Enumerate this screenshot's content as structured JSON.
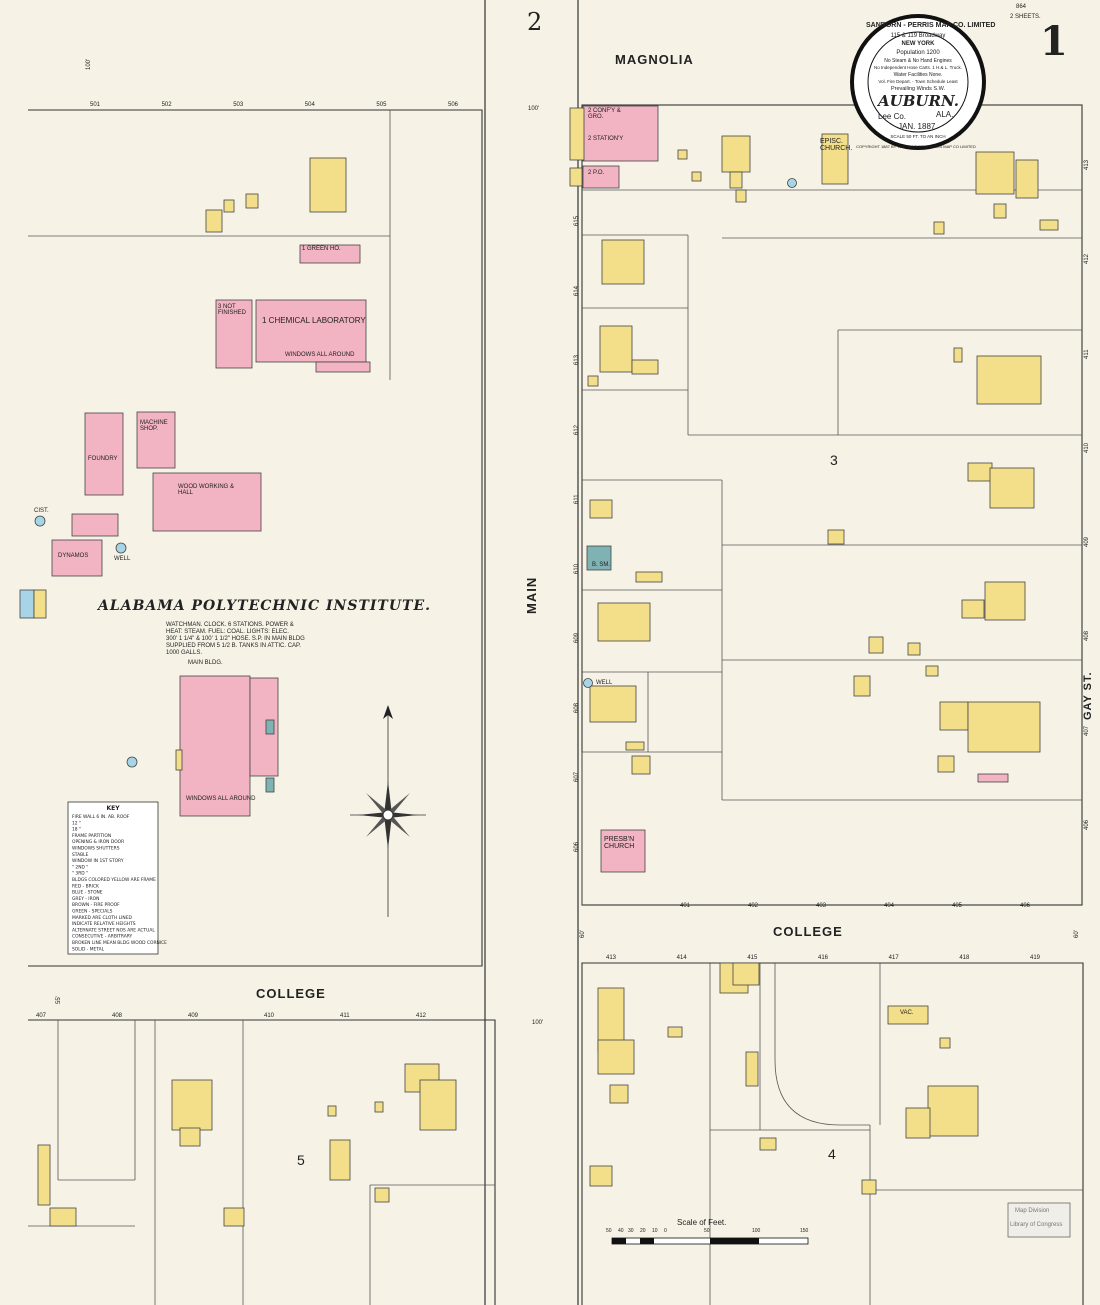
{
  "header": {
    "sheet_number": "1",
    "adjacent_sheet": "2",
    "corner_note_line1": "864",
    "corner_note_line2": "2 SHEETS."
  },
  "title_seal": {
    "publisher": "SANBORN - PERRIS MAP CO. LIMITED",
    "address": "115 & 119 Broadway",
    "city": "NEW YORK",
    "population": "Population 1200",
    "engines": "No Steam & No Hand Engines",
    "hose": "No Independent Hose Carts. 1 H.& L. Truck.",
    "water": "Water Facilities  None.",
    "fire_dept": "Vol. Fire Depart. - Town Schedule Least",
    "winds": "Prevailing Winds S.W.",
    "town": "AUBURN.",
    "county": "Lee Co.",
    "state": "ALA.",
    "date": "JAN. 1887.",
    "scale": "SCALE 50 FT. TO AN INCH",
    "copyright": "COPYRIGHT 1887 BY THE SANBORN PERRIS MAP CO LIMITED"
  },
  "streets": {
    "north": "MAGNOLIA",
    "west_avenue": "MAIN",
    "south_left": "COLLEGE",
    "south_right": "COLLEGE",
    "east": "GAY ST."
  },
  "blocks": {
    "block3": "3",
    "block4": "4",
    "block5": "5"
  },
  "institute": {
    "name": "ALABAMA POLYTECHNIC INSTITUTE.",
    "note_line1": "WATCHMAN. CLOCK. 6 STATIONS. POWER &",
    "note_line2": "HEAT: STEAM. FUEL: COAL. LIGHTS: ELEC.",
    "note_line3": "300' 1 1/4\" & 100' 1 1/2\" HOSE. S.P. IN MAIN BLDG",
    "note_line4": "SUPPLIED FROM 5 1/2 B. TANKS IN ATTIC. CAP.",
    "note_line5": "1000 GALLS.",
    "chem_lab": "1 CHEMICAL LABORATORY",
    "chem_windows": "WINDOWS ALL AROUND",
    "not_finished": "3 NOT FINISHED",
    "machine_shop": "MACHINE SHOP.",
    "foundry": "FOUNDRY",
    "woodworking": "WOOD WORKING & HALL",
    "dynamos": "DYNAMOS",
    "main_bldg": "MAIN BLDG.",
    "main_windows": "WINDOWS ALL AROUND",
    "green_ho": "1 GREEN HO.",
    "cist": "CIST.",
    "well": "WELL"
  },
  "labels": {
    "confy_gro": "2 CONF'Y & GRO.",
    "stationy": "2 STATION'Y",
    "po": "2 P.O.",
    "episc_church": "EPISC. CHURCH.",
    "presbn_church": "PRESB'N CHURCH",
    "vac": "VAC.",
    "well_main": "WELL",
    "b_sm": "B. SM."
  },
  "lot_numbers": {
    "top_left": [
      "501",
      "502",
      "503",
      "504",
      "505",
      "506"
    ],
    "bottom_left": [
      "407",
      "408",
      "409",
      "410",
      "411",
      "412"
    ],
    "block3_bottom": [
      "401",
      "402",
      "403",
      "404",
      "405",
      "406"
    ],
    "block4_top": [
      "413",
      "414",
      "415",
      "416",
      "417",
      "418",
      "419"
    ],
    "main_west": [
      "615",
      "614",
      "613",
      "612",
      "611",
      "610",
      "609",
      "608",
      "607",
      "606"
    ],
    "gay_east": [
      "413",
      "412",
      "411",
      "410",
      "409",
      "408",
      "407",
      "406"
    ]
  },
  "widths": {
    "w100_a": "100'",
    "w100_b": "100'",
    "w60_a": "60'",
    "w60_b": "60'",
    "w55": "55'",
    "w100_c": "100'"
  },
  "key": {
    "title": "KEY",
    "rows": [
      "FIRE WALL 6 IN. AB. ROOF",
      "12 \"",
      "18 \"",
      "FRAME PARTITION",
      "OPENING & IRON DOOR",
      "WINDOWS SHUTTERS",
      "STABLE",
      "WINDOW IN 1ST STORY",
      "\" 2ND \"",
      "\" 3RD \"",
      "BLDGS COLORED YELLOW ARE FRAME",
      "RED - BRICK",
      "BLUE - STONE",
      "GREY - IRON",
      "BROWN - FIRE PROOF",
      "GREEN - SPECIALS",
      "MARKED ARE CLOTH LINED",
      "INDICATE RELATIVE HEIGHTS",
      "ALTERNATE STREET NOS ARE ACTUAL",
      "CONSECUTIVE - ARBITRARY",
      "BROKEN LINE MEAN BLDG WOOD CORNICE",
      "SOLID - METAL"
    ]
  },
  "scale_bar": {
    "title": "Scale of Feet.",
    "ticks": [
      "50",
      "40",
      "30",
      "20",
      "10",
      "0",
      "50",
      "100",
      "150"
    ]
  },
  "stamp": {
    "line1": "Map Division",
    "line2": "Library of Congress"
  },
  "colors": {
    "paper": "#f6f3e6",
    "frame": "#f3df8a",
    "brick": "#f2b3c2",
    "stone": "#7fb3b3",
    "outline": "#555555"
  }
}
